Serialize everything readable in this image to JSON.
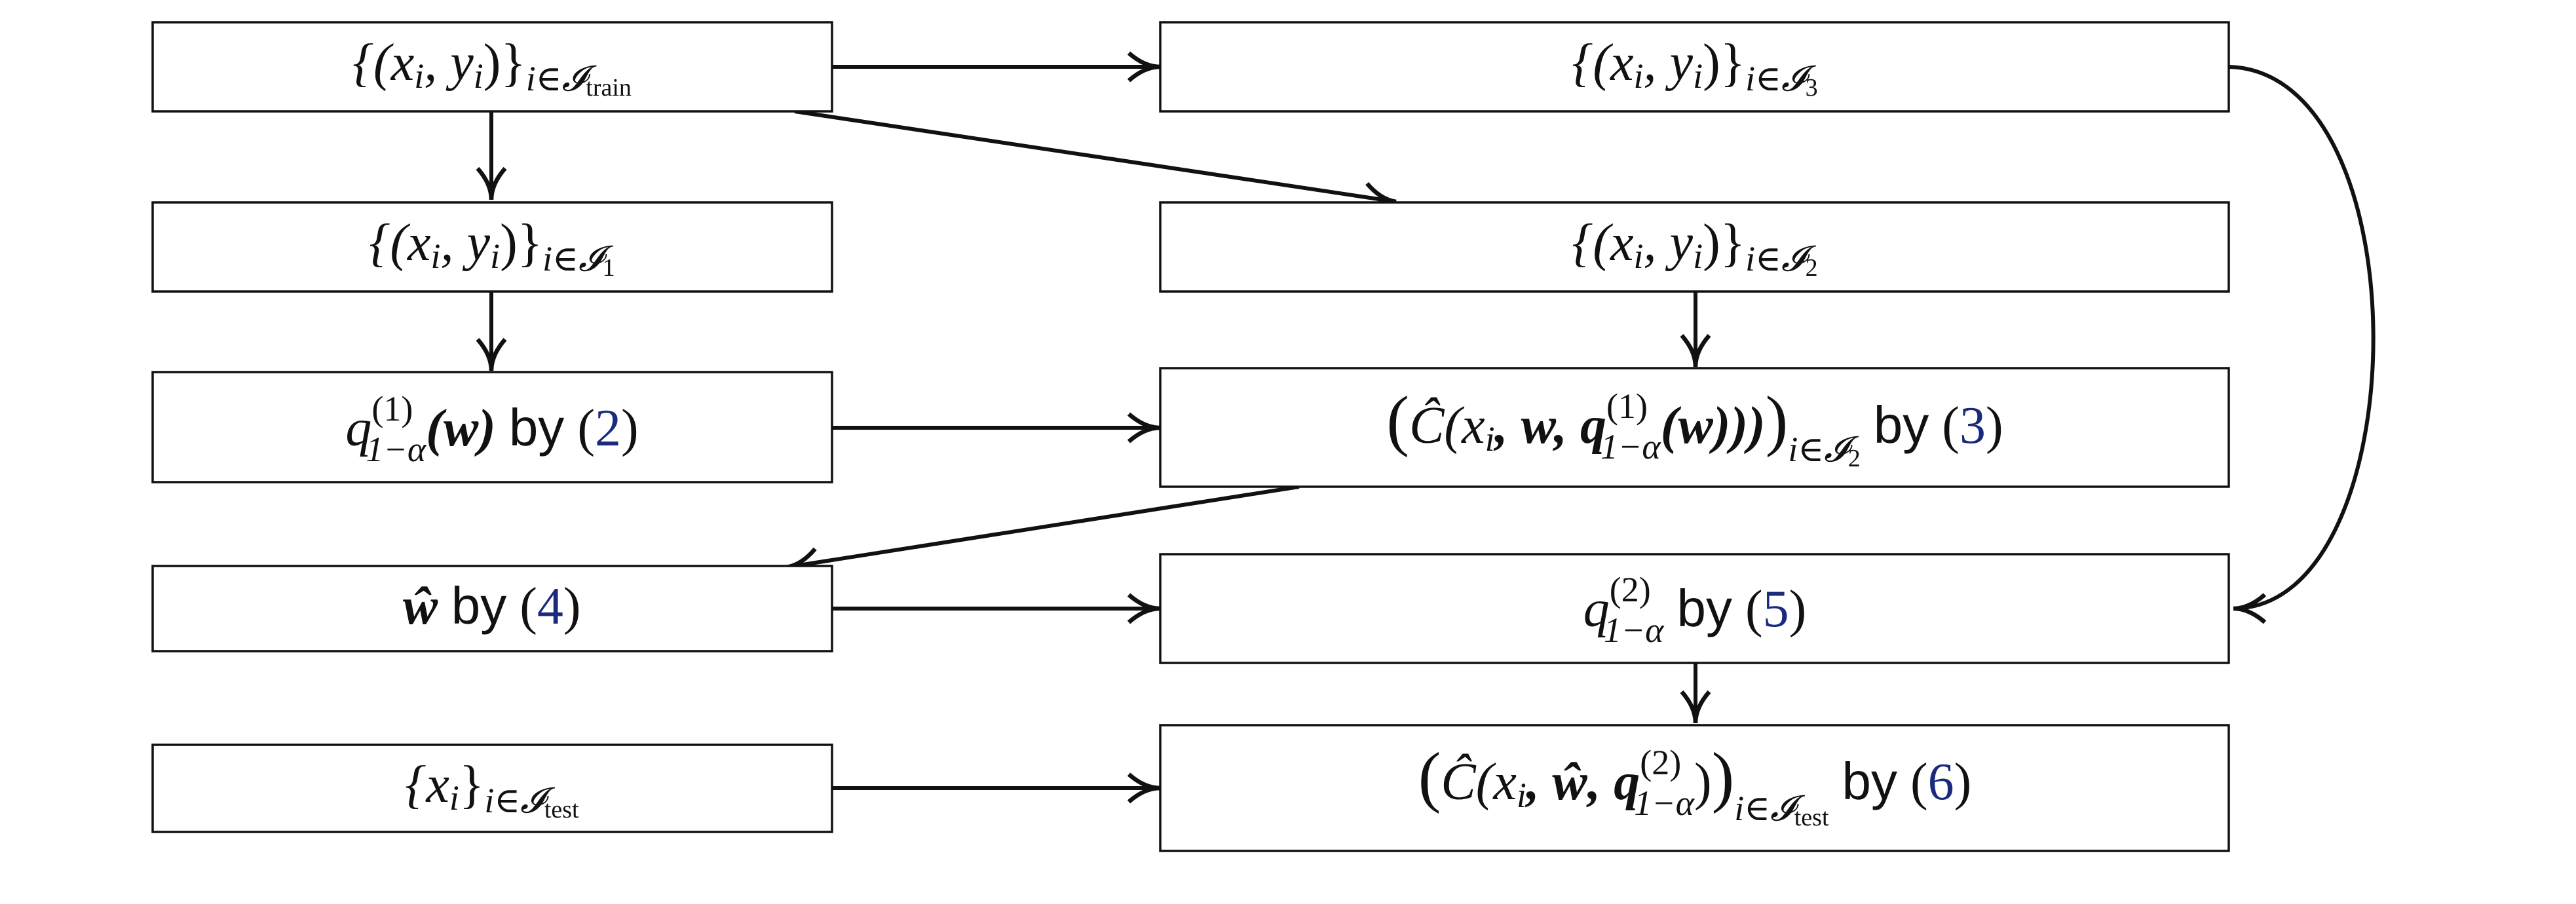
{
  "diagram": {
    "nodes": {
      "train": {
        "parts": [
          "{(x",
          "i",
          ", y",
          "i",
          ")}",
          "i∈𝓘",
          "train"
        ]
      },
      "i3": {
        "parts": [
          "{(x",
          "i",
          ", y",
          "i",
          ")}",
          "i∈𝓘",
          "3"
        ]
      },
      "i1": {
        "parts": [
          "{(x",
          "i",
          ", y",
          "i",
          ")}",
          "i∈𝓘",
          "1"
        ]
      },
      "i2": {
        "parts": [
          "{(x",
          "i",
          ", y",
          "i",
          ")}",
          "i∈𝓘",
          "2"
        ]
      },
      "q1": {
        "q": "q",
        "sup": "(1)",
        "sub": "1−α",
        "arg": "(w)",
        "by": "by",
        "ref_open": "(",
        "ref": "2",
        "ref_close": ")"
      },
      "c1": {
        "open": "(",
        "chat": "Ĉ",
        "args1": "(x",
        "i": "i",
        "args2": ", w, q",
        "sup": "(1)",
        "sub": "1−α",
        "args3": "(w)))",
        "close": ")",
        "subidx": "i∈𝓘",
        "subidx2": "2",
        "by": "by",
        "ref_open": "(",
        "ref": "3",
        "ref_close": ")"
      },
      "what": {
        "w": "ŵ",
        "by": "by",
        "ref_open": "(",
        "ref": "4",
        "ref_close": ")"
      },
      "q2": {
        "q": "q",
        "sup": "(2)",
        "sub": "1−α",
        "by": "by",
        "ref_open": "(",
        "ref": "5",
        "ref_close": ")"
      },
      "test": {
        "parts": [
          "{x",
          "i",
          "}",
          "i∈𝓘",
          "test"
        ]
      },
      "c2": {
        "open": "(",
        "chat": "Ĉ",
        "args1": "(x",
        "i": "i",
        "args2": ", ŵ, q",
        "sup": "(2)",
        "sub": "1−α",
        "args3": ")",
        "close": ")",
        "subidx": "i∈𝓘",
        "subidx2": "test",
        "by": "by",
        "ref_open": "(",
        "ref": "6",
        "ref_close": ")"
      }
    }
  },
  "colors": {
    "reference": "#1a2a7c",
    "stroke": "#111111"
  }
}
